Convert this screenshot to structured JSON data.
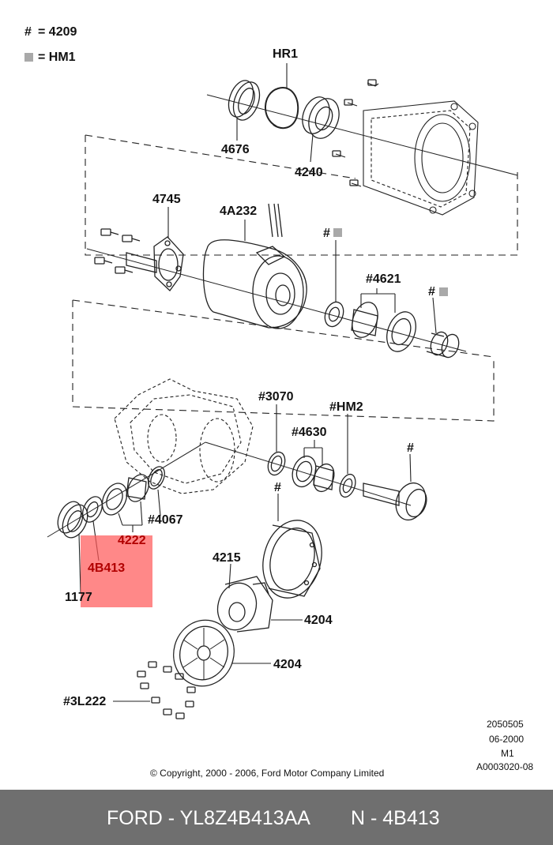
{
  "legend": {
    "hash_symbol": "#",
    "hash_eq": "= 4209",
    "gray_eq": "= HM1"
  },
  "labels": {
    "hr1": "HR1",
    "p4676": "4676",
    "p4240": "4240",
    "p4745": "4745",
    "p4a232": "4A232",
    "hash_gray_1": "#",
    "p4621": "#4621",
    "hash_gray_2": "#",
    "p3070": "#3070",
    "hm2": "#HM2",
    "p4630": "#4630",
    "hash_pinion": "#",
    "p4067": "#4067",
    "p4222": "4222",
    "p4b413": "4B413",
    "p1177": "1177",
    "hash_ring": "#",
    "p4215": "4215",
    "p4204a": "4204",
    "p4204b": "4204",
    "p3l222": "#3L222"
  },
  "info": {
    "code1": "2050505",
    "date": "06-2000",
    "m": "M1",
    "code2": "A0003020-08",
    "copyright": "© Copyright, 2000 - 2006, Ford Motor Company Limited"
  },
  "footer": {
    "part_number": "FORD - YL8Z4B413AA",
    "part_code": "N - 4B413"
  },
  "colors": {
    "highlight": "#ff5a5a",
    "footer_bg": "#6f6f6f",
    "legend_gray": "#a9a9a9"
  }
}
